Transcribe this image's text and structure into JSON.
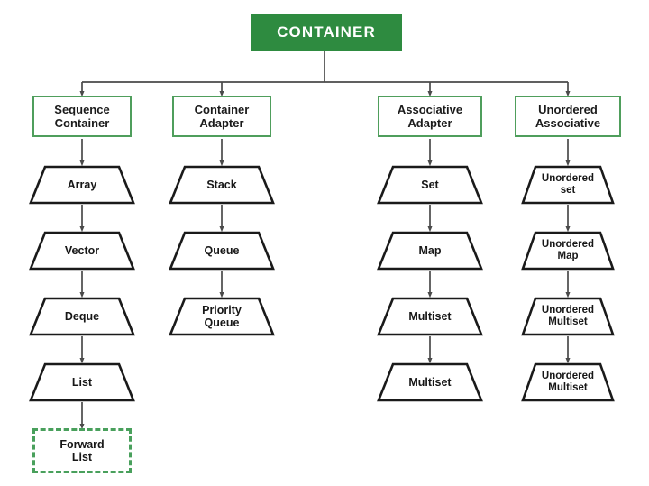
{
  "diagram": {
    "title": "CONTAINER",
    "colors": {
      "header_fill": "#2E8B40",
      "header_text": "#FFFFFF",
      "category_border": "#4F9E5C",
      "dashed_border": "#49A05C",
      "node_stroke": "#1A1A1A",
      "connector": "#4A4A4A",
      "background": "#FFFFFF"
    },
    "root": {
      "label": "CONTAINER"
    },
    "categories": [
      {
        "label": "Sequence\nContainer",
        "line1": "Sequence",
        "line2": "Container"
      },
      {
        "label": "Container\nAdapter",
        "line1": "Container",
        "line2": "Adapter"
      },
      {
        "label": "Associative\nAdapter",
        "line1": "Associative",
        "line2": "Adapter"
      },
      {
        "label": "Unordered\nAssociative",
        "line1": "Unordered",
        "line2": "Associative"
      }
    ],
    "columns": [
      {
        "name": "sequence-container",
        "nodes": [
          {
            "line1": "Array",
            "line2": ""
          },
          {
            "line1": "Vector",
            "line2": ""
          },
          {
            "line1": "Deque",
            "line2": ""
          },
          {
            "line1": "List",
            "line2": ""
          }
        ],
        "terminal": {
          "line1": "Forward",
          "line2": "List",
          "style": "dashed"
        }
      },
      {
        "name": "container-adapter",
        "nodes": [
          {
            "line1": "Stack",
            "line2": ""
          },
          {
            "line1": "Queue",
            "line2": ""
          },
          {
            "line1": "Priority",
            "line2": "Queue"
          }
        ],
        "terminal": null
      },
      {
        "name": "associative-adapter",
        "nodes": [
          {
            "line1": "Set",
            "line2": ""
          },
          {
            "line1": "Map",
            "line2": ""
          },
          {
            "line1": "Multiset",
            "line2": ""
          },
          {
            "line1": "Multiset",
            "line2": ""
          }
        ],
        "terminal": null
      },
      {
        "name": "unordered-associative",
        "nodes": [
          {
            "line1": "Unordered",
            "line2": "set"
          },
          {
            "line1": "Unordered",
            "line2": "Map"
          },
          {
            "line1": "Unordered",
            "line2": "Multiset"
          },
          {
            "line1": "Unordered",
            "line2": "Multiset"
          }
        ],
        "terminal": null
      }
    ]
  }
}
